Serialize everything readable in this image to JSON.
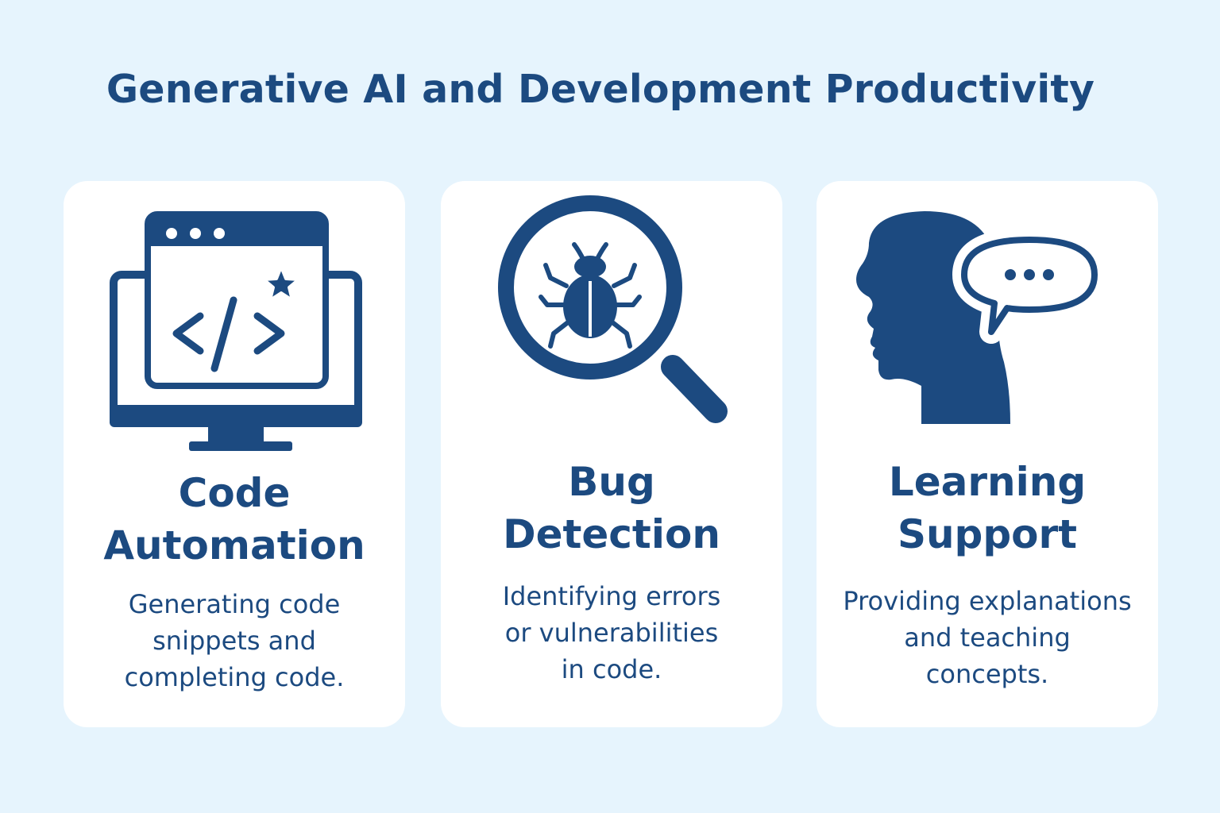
{
  "title": "Generative AI and Development Productivity",
  "colors": {
    "background": "#e6f4fd",
    "card": "#ffffff",
    "accent": "#1c4a80"
  },
  "cards": [
    {
      "icon": "code-monitor-icon",
      "title_lines": [
        "Code",
        "Automation"
      ],
      "description_lines": [
        "Generating code",
        "snippets and",
        "completing code."
      ]
    },
    {
      "icon": "bug-magnifier-icon",
      "title_lines": [
        "Bug",
        "Detection"
      ],
      "description_lines": [
        "Identifying errors",
        "or vulnerabilities",
        "in code."
      ]
    },
    {
      "icon": "head-speech-bubble-icon",
      "title_lines": [
        "Learning",
        "Support"
      ],
      "description_lines": [
        "Providing explanations",
        "and teaching",
        "concepts."
      ]
    }
  ]
}
